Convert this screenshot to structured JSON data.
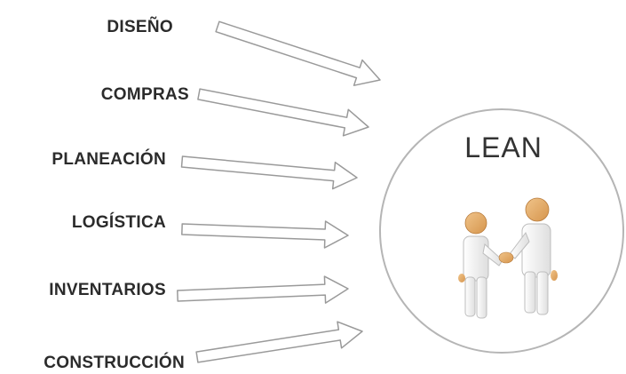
{
  "diagram": {
    "inputs": [
      {
        "label": "DISEÑO"
      },
      {
        "label": "COMPRAS"
      },
      {
        "label": "PLANEACIÓN"
      },
      {
        "label": "LOGÍSTICA"
      },
      {
        "label": "INVENTARIOS"
      },
      {
        "label": "CONSTRUCCIÓN"
      }
    ],
    "center": {
      "title": "LEAN",
      "illustration": "handshake-icon"
    },
    "colors": {
      "arrow_stroke": "#9a9a9a",
      "arrow_fill": "#ffffff",
      "circle_stroke": "#b5b5b5",
      "figure_fill": "#f2f2f2",
      "hand_fill": "#e4a865",
      "text": "#2b2b2b"
    }
  }
}
